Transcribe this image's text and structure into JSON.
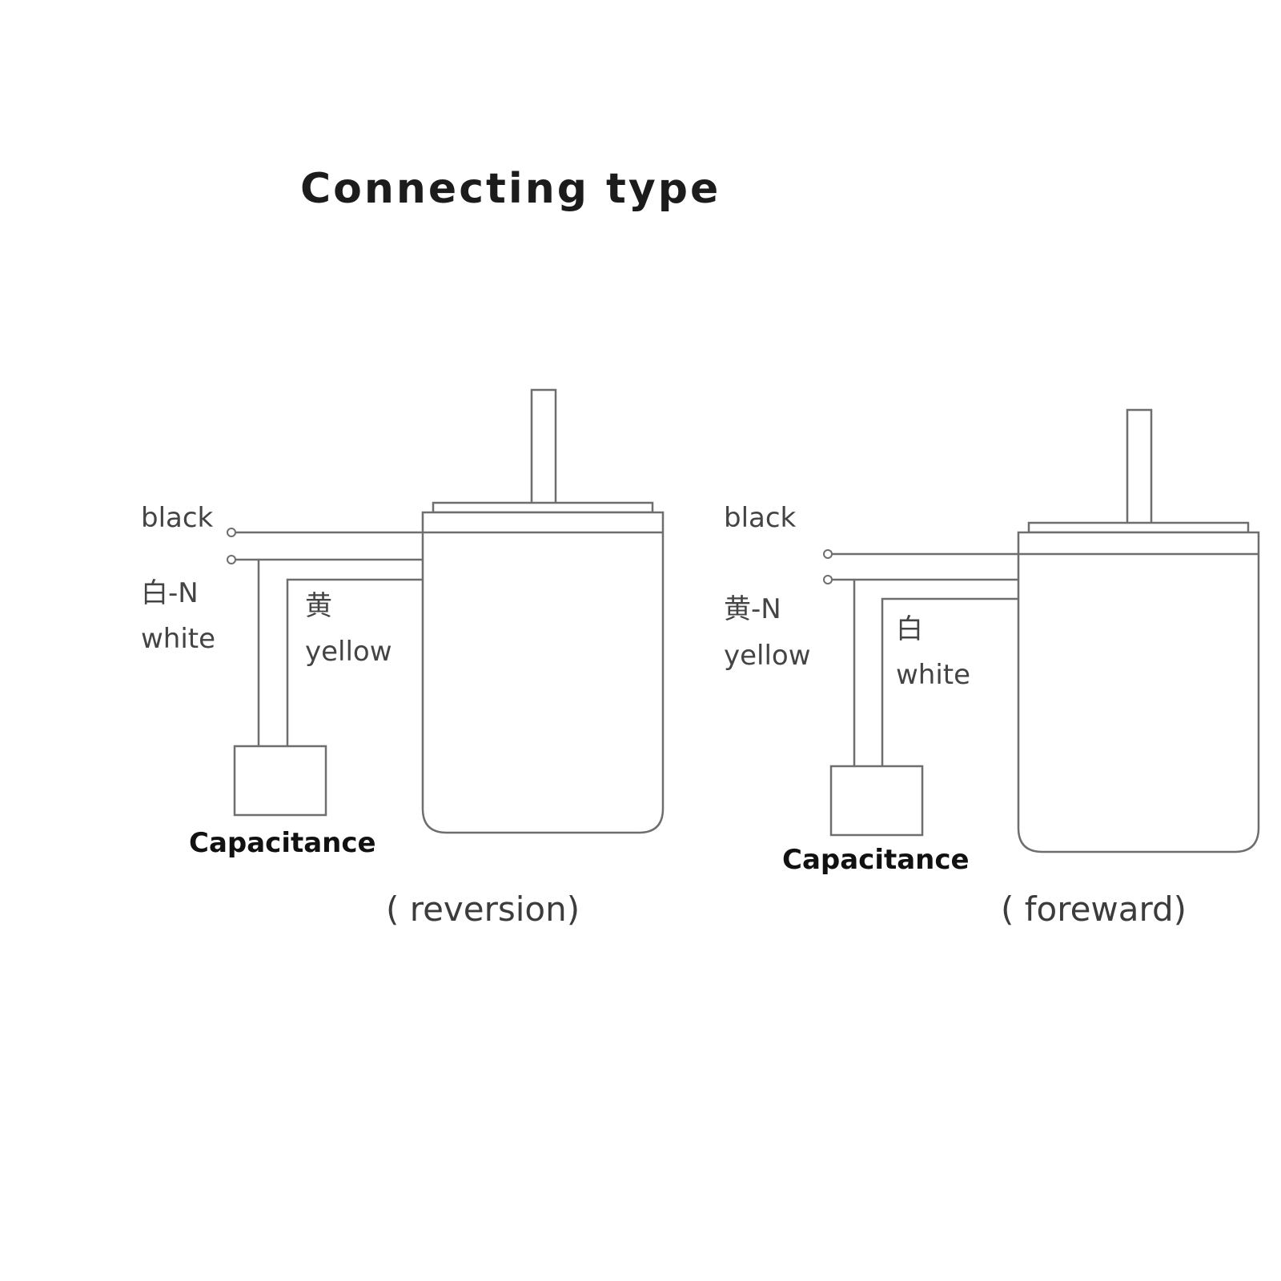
{
  "title": "Connecting type",
  "diagrams": [
    {
      "caption": "( reversion)",
      "labels": {
        "black": "black",
        "terminal_n_cn": "白-N",
        "terminal_n_en": "white",
        "other_cn": "黄",
        "other_en": "yellow",
        "capacitor": "Capacitance"
      }
    },
    {
      "caption": "( foreward)",
      "labels": {
        "black": "black",
        "terminal_n_cn": "黄-N",
        "terminal_n_en": "yellow",
        "other_cn": "白",
        "other_en": "white",
        "capacitor": "Capacitance"
      }
    }
  ]
}
